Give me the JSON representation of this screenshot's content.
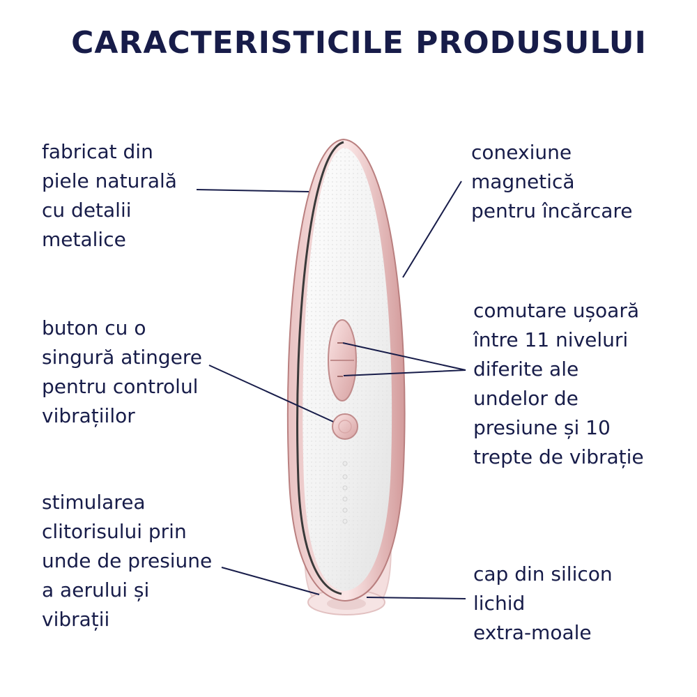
{
  "title": "CARACTERISTICILE PRODUSULUI",
  "features": {
    "leather": [
      "fabricat din",
      "piele naturală",
      "cu detalii",
      "metalice"
    ],
    "magnetic": [
      "conexiune",
      "magnetică",
      "pentru încărcare"
    ],
    "button": [
      "buton cu o",
      "singură atingere",
      "pentru controlul",
      "vibrațiilor"
    ],
    "levels": [
      "comutare ușoară",
      "între 11 niveluri",
      "diferite ale",
      "undelor de",
      "presiune și 10",
      "trepte de vibrație"
    ],
    "stimulation": [
      "stimularea",
      "clitorisului prin",
      "unde de presiune",
      "a aerului și",
      "vibrații"
    ],
    "silicone": [
      "cap din silicon",
      "lichid",
      "extra-moale"
    ]
  },
  "colors": {
    "text": "#171c49",
    "rose_gold": "#d9a3a3",
    "body_white": "#f2f2f2",
    "blush": "#f3dede"
  }
}
